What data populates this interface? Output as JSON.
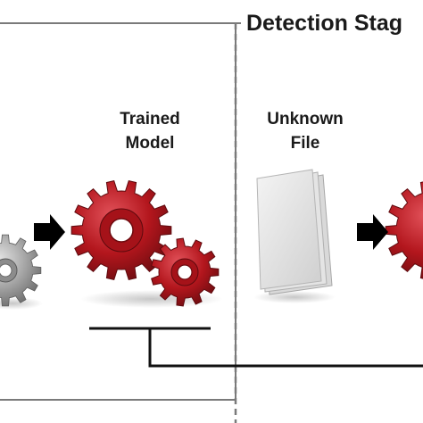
{
  "diagram": {
    "detection_stage": {
      "title": "Detection Stag"
    },
    "trained_model": {
      "label_line1": "Trained",
      "label_line2": "Model",
      "icon": "gear-icon"
    },
    "unknown_file": {
      "label_line1": "Unknown",
      "label_line2": "File",
      "icon": "file-stack-icon"
    },
    "arrows": {
      "icon": "arrow-right-icon"
    },
    "colors": {
      "gear_red": "#b3161d",
      "gear_gray": "#9a9a9a",
      "border": "#7a7a7a",
      "connector": "#111111",
      "arrow": "#000000",
      "paper": "#e8e8e8"
    }
  }
}
